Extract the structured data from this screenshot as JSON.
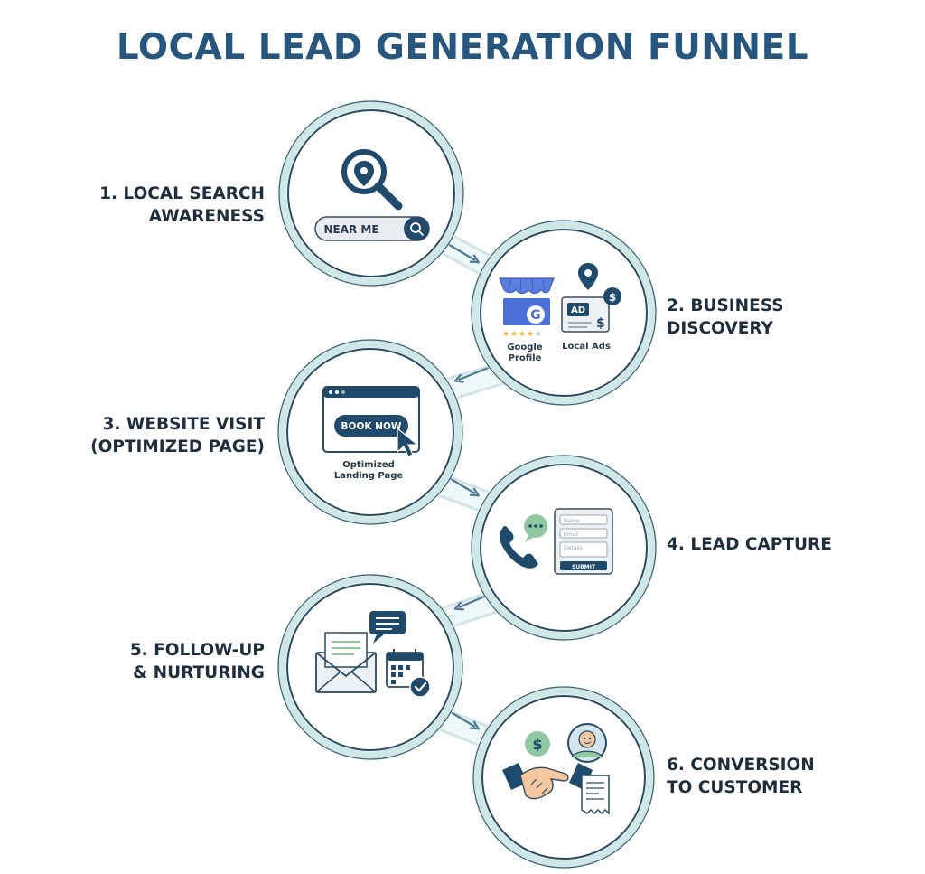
{
  "title": "LOCAL LEAD GENERATION FUNNEL",
  "colors": {
    "title": "#27577f",
    "navy": "#1f4a6b",
    "teal_ring": "#cdebe9",
    "blue": "#4a6fd6",
    "green": "#8fc7a1",
    "star": "#f2b632"
  },
  "steps": [
    {
      "label_line1": "1. LOCAL SEARCH",
      "label_line2": "AWARENESS",
      "search_text": "NEAR ME"
    },
    {
      "label_line1": "2. BUSINESS",
      "label_line2": "DISCOVERY",
      "google_letter": "G",
      "profile_line1": "Google",
      "profile_line2": "Profile",
      "ad_badge": "AD",
      "ads_label": "Local Ads",
      "rating_stars": 4
    },
    {
      "label_line1": "3. WEBSITE VISIT",
      "label_line2": "(OPTIMIZED PAGE)",
      "button_text": "BOOK NOW",
      "caption_line1": "Optimized",
      "caption_line2": "Landing Page"
    },
    {
      "label_line1": "4. LEAD CAPTURE",
      "field1": "Name",
      "field2": "Email",
      "field3": "Details",
      "submit_text": "SUBMIT"
    },
    {
      "label_line1": "5. FOLLOW-UP",
      "label_line2": "& NURTURING"
    },
    {
      "label_line1": "6. CONVERSION",
      "label_line2": "TO CUSTOMER",
      "dollar_symbol": "$"
    }
  ]
}
